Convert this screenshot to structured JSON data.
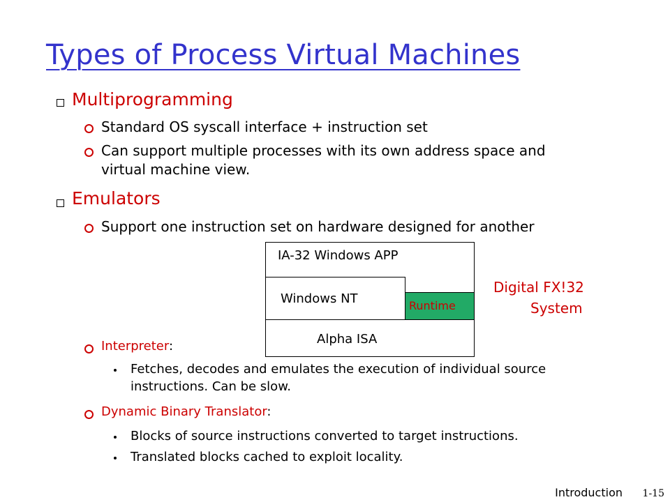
{
  "slide": {
    "title": "Types of Process Virtual Machines",
    "items": [
      {
        "label": "Multiprogramming",
        "subitems": [
          "Standard OS syscall interface + instruction set",
          "Can support multiple processes with its own address space and",
          "virtual machine view."
        ]
      },
      {
        "label": "Emulators",
        "subitems": [
          "Support one instruction set on hardware designed for another"
        ]
      }
    ],
    "diagram": {
      "app": "IA-32 Windows APP",
      "os": "Windows NT",
      "runtime": "Runtime",
      "isa": "Alpha ISA",
      "caption_line1": "Digital FX!32",
      "caption_line2": "System"
    },
    "interpreter": {
      "label": "Interpreter",
      "colon": ":",
      "details": [
        "Fetches, decodes and emulates the execution of individual source",
        "instructions. Can be slow."
      ]
    },
    "dbt": {
      "label": "Dynamic Binary Translator",
      "colon": ":",
      "details": [
        "Blocks of source instructions converted to target instructions.",
        "Translated blocks cached to exploit locality."
      ]
    },
    "footer": {
      "section": "Introduction",
      "page": "1-15"
    }
  },
  "colors": {
    "title": "#3333cc",
    "accent": "#cc0000",
    "runtime_fill": "#22aa66"
  }
}
